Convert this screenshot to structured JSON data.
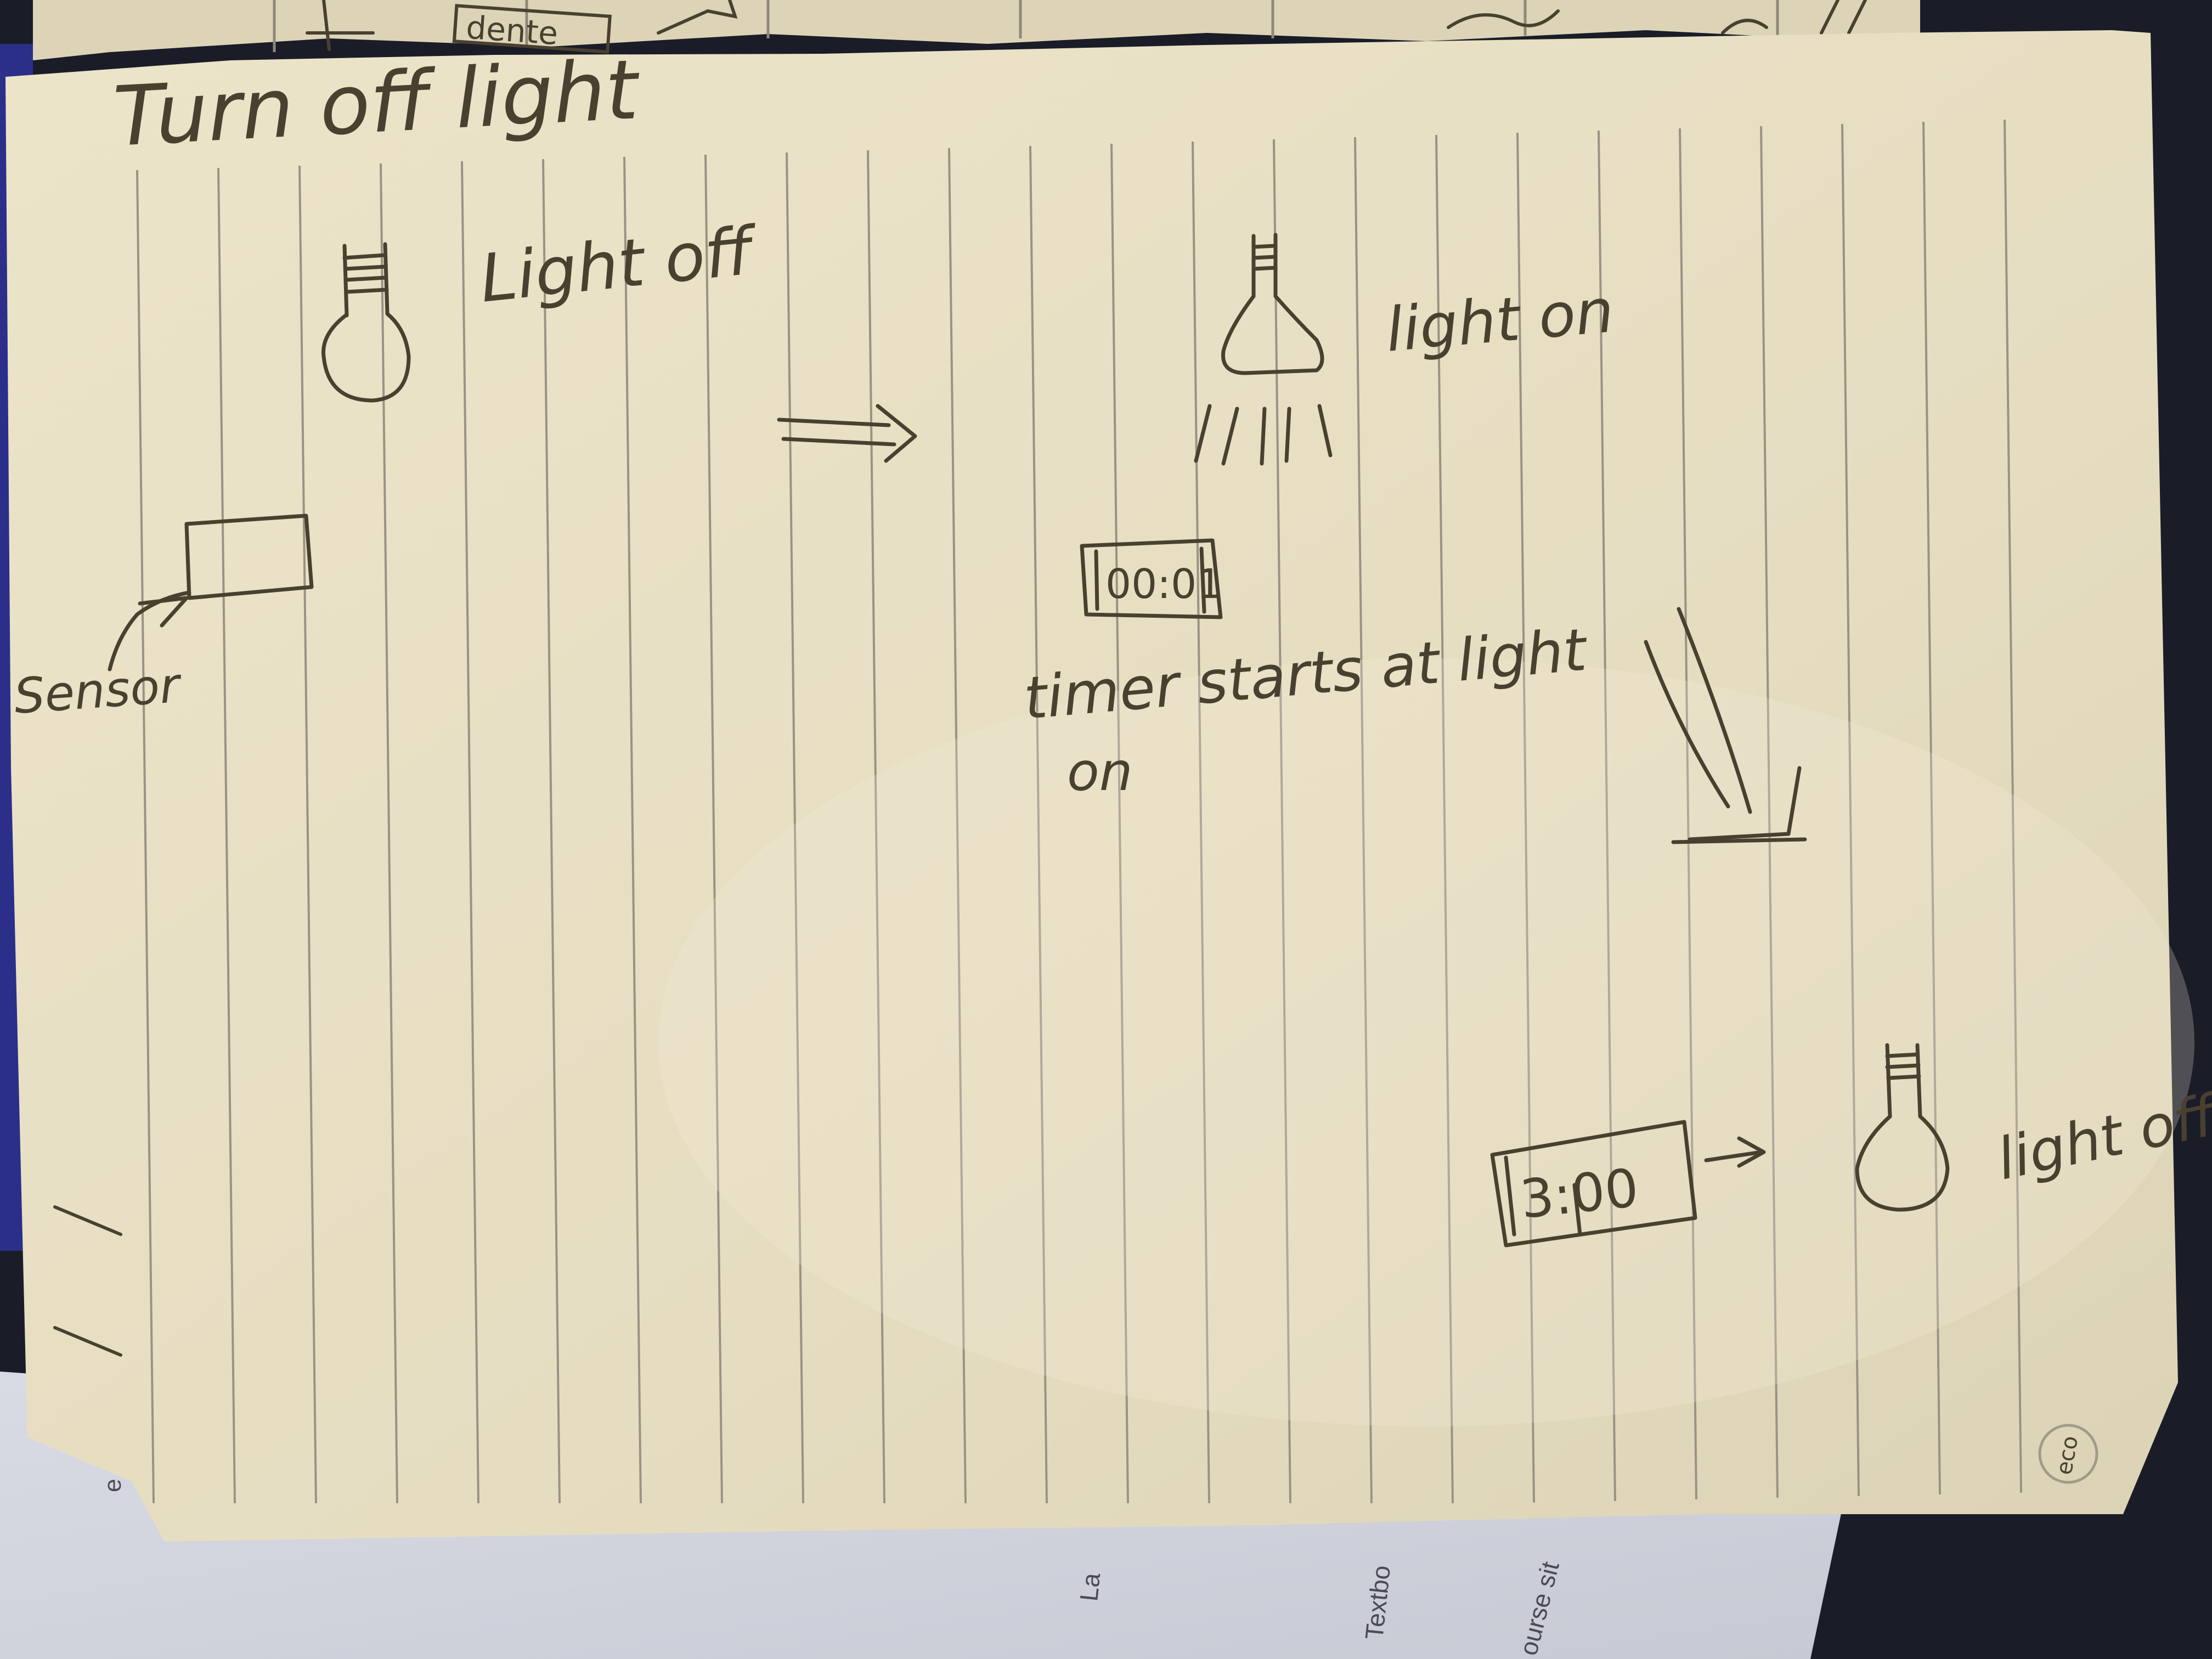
{
  "page": {
    "title": "Turn off light",
    "stamp_text": "eco"
  },
  "top_sheet": {
    "fragment_text": "dente"
  },
  "under_sheet": {
    "labels": [
      "La",
      "Textbo",
      "ourse sit",
      "e"
    ]
  },
  "frame_1": {
    "bulb_state": "off",
    "bulb_label": "Light off",
    "sensor_label": "Sensor"
  },
  "frame_2": {
    "bulb_state": "on",
    "bulb_label": "light on",
    "timer_display": "00:01",
    "caption_line_1": "timer starts at light",
    "caption_line_2": "on"
  },
  "frame_3": {
    "bulb_state": "off",
    "bulb_label": "light off",
    "timer_display": "3:00"
  },
  "colors": {
    "paper": "#e9e1c6",
    "pencil": "#4a4030",
    "rule_line": "#9a9384",
    "background": "#1a1d28"
  }
}
